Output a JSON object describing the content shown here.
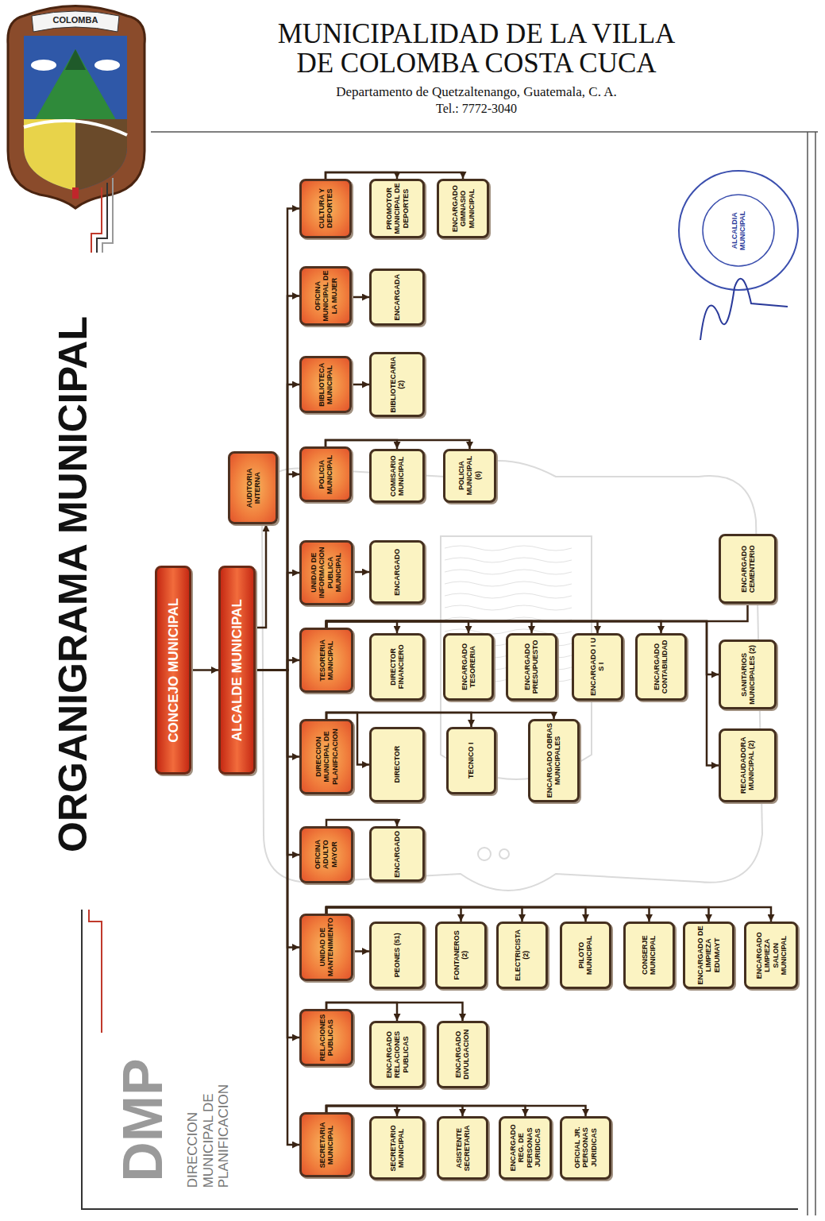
{
  "diagram": {
    "title": "MUNICIPALIDAD DE LA VILLA DE COLOMBA COSTA CUCA",
    "nodes": [
      {
        "text": [
          "CONCEJO MUNICIPAL"
        ]
      },
      {
        "text": [
          "ALCALDE MUNICIPAL"
        ]
      },
      {
        "text": [
          "AUDITORIA INTERNA"
        ]
      },
      {
        "text": [
          "CULTURA Y DEPORTES"
        ]
      },
      {
        "text": [
          "PROMOTOR MUNICIPAL DE DEPORTES"
        ]
      },
      {
        "text": [
          "ENCARGADO GIMNASIO MUNICIPAL"
        ]
      },
      {
        "text": [
          "OFICINA MUNICIPAL DE LA MUJER"
        ]
      },
      {
        "text": [
          "ENCARGADA"
        ]
      },
      {
        "text": [
          "BIBLIOTECA MUNICIPAL"
        ]
      },
      {
        "text": [
          "BIBLIOTECARIA (2)"
        ]
      },
      {
        "text": [
          "POLICIA MUNICIPAL"
        ]
      },
      {
        "text": [
          "COMISARIO MUNICIPAL"
        ]
      },
      {
        "text": [
          "POLICIA MUNICIPAL (6)"
        ]
      },
      {
        "text": [
          "UNIDAD DE INFORMACION PUBLICA MUNICIPAL"
        ]
      },
      {
        "text": [
          "ENCARGADO"
        ]
      },
      {
        "text": [
          "TESORERIA MUNICIPAL"
        ]
      },
      {
        "text": [
          "DIRECTOR FINANCIERO"
        ]
      },
      {
        "text": [
          "ENCARGADO TESORERIA"
        ]
      },
      {
        "text": [
          "ENCARGADO PRESUPUESTO"
        ]
      },
      {
        "text": [
          "ENCARGADO I U S I"
        ]
      },
      {
        "text": [
          "ENCARGADO CONTABILIDAD"
        ]
      },
      {
        "text": [
          "ENCARGADO CEMENTERIO"
        ]
      },
      {
        "text": [
          "SANITARIOS MUNICIPALES (2)"
        ]
      },
      {
        "text": [
          "RECAUDADORA MUNICIPAL (2)"
        ]
      },
      {
        "text": [
          "DIRECCION MUNICIPAL DE PLANIFICACION"
        ]
      },
      {
        "text": [
          "DIRECTOR"
        ]
      },
      {
        "text": [
          "TECNICO I"
        ]
      },
      {
        "text": [
          "ENCARGADO OBRAS MUNICIPALES"
        ]
      },
      {
        "text": [
          "OFICINA ADULTO MAYOR"
        ]
      },
      {
        "text": [
          "ENCARGADO"
        ]
      },
      {
        "text": [
          "UNIDAD DE MANTENIMIENTO"
        ]
      },
      {
        "text": [
          "PEONES (51)"
        ]
      },
      {
        "text": [
          "FONTANEROS (2)"
        ]
      },
      {
        "text": [
          "ELECTRICISTA (2)"
        ]
      },
      {
        "text": [
          "PILOTO MUNICIPAL"
        ]
      },
      {
        "text": [
          "CONSERJE MUNICIPAL"
        ]
      },
      {
        "text": [
          "ENCARGADO DE LIMPIEZA EDUMAYT"
        ]
      },
      {
        "text": [
          "ENCARGADO LIMPIEZA SALON MUNICIPAL"
        ]
      },
      {
        "text": [
          "RELACIONES PUBLICAS"
        ]
      },
      {
        "text": [
          "ENCARGADO RELACIONES PUBLICAS"
        ]
      },
      {
        "text": [
          "ENCARGADO DIVULGACION"
        ]
      },
      {
        "text": [
          "SECRETARIA MUNICIPAL"
        ]
      },
      {
        "text": [
          "SECRETARIO MUNICIPAL"
        ]
      },
      {
        "text": [
          "ASISTENTE SECRETARIA"
        ]
      },
      {
        "text": [
          "ENCARGADO REG. DE PERSONAS JURIDICAS"
        ]
      },
      {
        "text": [
          "OFICIAL JR. PERSONAS JURIDICAS"
        ]
      }
    ],
    "edges": [
      {
        "from": 0,
        "to": 1,
        "arrow": "to"
      },
      {
        "from": 1,
        "to": 2,
        "arrow": "to"
      },
      {
        "from": 1,
        "to": 3,
        "arrow": "to"
      },
      {
        "from": 1,
        "to": 6,
        "arrow": "to"
      },
      {
        "from": 1,
        "to": 8,
        "arrow": "to"
      },
      {
        "from": 1,
        "to": 10,
        "arrow": "to"
      },
      {
        "from": 1,
        "to": 13,
        "arrow": "to"
      },
      {
        "from": 1,
        "to": 15,
        "arrow": "to"
      },
      {
        "from": 1,
        "to": 24,
        "arrow": "to"
      },
      {
        "from": 1,
        "to": 28,
        "arrow": "to"
      },
      {
        "from": 1,
        "to": 30,
        "arrow": "to"
      },
      {
        "from": 1,
        "to": 38,
        "arrow": "to"
      },
      {
        "from": 1,
        "to": 41,
        "arrow": "to"
      },
      {
        "from": 3,
        "to": 4,
        "arrow": "to"
      },
      {
        "from": 3,
        "to": 5,
        "arrow": "to"
      },
      {
        "from": 6,
        "to": 7,
        "arrow": "to"
      },
      {
        "from": 8,
        "to": 9,
        "arrow": "to"
      },
      {
        "from": 10,
        "to": 11,
        "arrow": "to"
      },
      {
        "from": 10,
        "to": 12,
        "arrow": "to"
      },
      {
        "from": 13,
        "to": 14,
        "arrow": "to"
      },
      {
        "from": 15,
        "to": 16,
        "arrow": "to"
      },
      {
        "from": 15,
        "to": 17,
        "arrow": "to"
      },
      {
        "from": 15,
        "to": 18,
        "arrow": "to"
      },
      {
        "from": 15,
        "to": 19,
        "arrow": "to"
      },
      {
        "from": 15,
        "to": 20,
        "arrow": "to"
      },
      {
        "from": 15,
        "to": 21,
        "arrow": "to"
      },
      {
        "from": 15,
        "to": 22,
        "arrow": "to"
      },
      {
        "from": 15,
        "to": 23,
        "arrow": "to"
      },
      {
        "from": 24,
        "to": 25,
        "arrow": "to"
      },
      {
        "from": 24,
        "to": 26,
        "arrow": "to"
      },
      {
        "from": 24,
        "to": 27,
        "arrow": "to"
      },
      {
        "from": 28,
        "to": 29,
        "arrow": "to"
      },
      {
        "from": 30,
        "to": 31,
        "arrow": "to"
      },
      {
        "from": 30,
        "to": 32,
        "arrow": "to"
      },
      {
        "from": 30,
        "to": 33,
        "arrow": "to"
      },
      {
        "from": 30,
        "to": 34,
        "arrow": "to"
      },
      {
        "from": 30,
        "to": 35,
        "arrow": "to"
      },
      {
        "from": 30,
        "to": 36,
        "arrow": "to"
      },
      {
        "from": 30,
        "to": 37,
        "arrow": "to"
      },
      {
        "from": 38,
        "to": 39,
        "arrow": "to"
      },
      {
        "from": 38,
        "to": 40,
        "arrow": "to"
      },
      {
        "from": 41,
        "to": 42,
        "arrow": "to"
      },
      {
        "from": 41,
        "to": 43,
        "arrow": "to"
      },
      {
        "from": 41,
        "to": 44,
        "arrow": "to"
      },
      {
        "from": 41,
        "to": 45,
        "arrow": "to"
      }
    ],
    "labels": [
      "Departamento de Quetzaltenango, Guatemala, C. A.",
      "Tel.: 7772-3040",
      "COLOMBA",
      "ORGANIGRAMA MUNICIPAL",
      "DMP",
      "DIRECCION MUNICIPAL DE PLANIFICACION",
      "ALCALDIA MUNICIPAL"
    ]
  }
}
